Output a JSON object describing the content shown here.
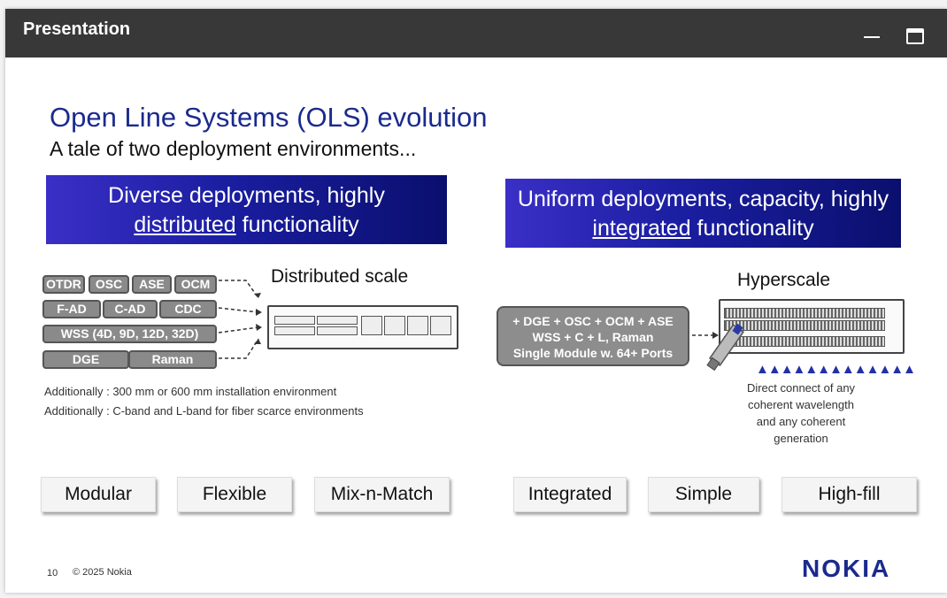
{
  "window": {
    "title": "Presentation"
  },
  "slide": {
    "title": "Open Line Systems (OLS) evolution",
    "subtitle": "A tale of two deployment environments...",
    "left_banner": {
      "line1": "Diverse deployments, highly",
      "underlined": "distributed",
      "line2_rest": " functionality"
    },
    "right_banner": {
      "line1": "Uniform deployments, capacity, highly",
      "underlined": "integrated",
      "line2_rest": " functionality"
    },
    "left_tags": {
      "row1": [
        "OTDR",
        "OSC",
        "ASE",
        "OCM"
      ],
      "row2": [
        "F-AD",
        "C-AD",
        "CDC"
      ],
      "row3": [
        "WSS (4D, 9D, 12D, 32D)"
      ],
      "row4": [
        "DGE",
        "Raman"
      ]
    },
    "distributed_label": "Distributed scale",
    "hyperscale_label": "Hyperscale",
    "notes": [
      "Additionally :  300 mm or  600 mm installation environment",
      "Additionally :  C-band and L-band for fiber scarce environments"
    ],
    "integrated_box": {
      "line1": "+ DGE + OSC + OCM + ASE",
      "line2": "WSS + C + L, Raman",
      "line3": "Single Module w. 64+ Ports"
    },
    "direct_connect": [
      "Direct connect of any",
      "coherent wavelength",
      "and any coherent",
      "generation"
    ],
    "left_pills": [
      "Modular",
      "Flexible",
      "Mix-n-Match"
    ],
    "right_pills": [
      "Integrated",
      "Simple",
      "High-fill"
    ],
    "footer": {
      "page": "10",
      "copyright": "© 2025 Nokia",
      "logo": "NOKIA"
    }
  },
  "colors": {
    "title_blue": "#1a2a8e",
    "banner_start": "#3a2fc6",
    "banner_end": "#0a0f6e",
    "titlebar": "#383838"
  }
}
